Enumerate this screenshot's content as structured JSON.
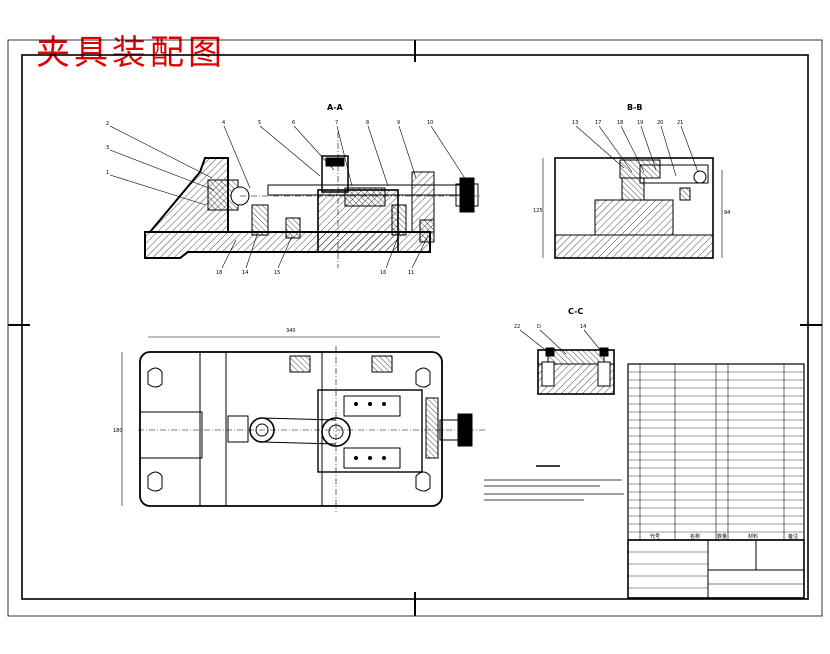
{
  "title": "夹具装配图",
  "views": {
    "section_aa": "A-A",
    "section_bb": "B-B",
    "section_cc": "C-C"
  },
  "callouts_top": [
    "2",
    "3",
    "1",
    "4",
    "5",
    "6",
    "7",
    "8",
    "9",
    "10"
  ],
  "callouts_bottom_aa": [
    "18",
    "14",
    "15",
    "16",
    "11"
  ],
  "callouts_bb": [
    "13",
    "17",
    "18",
    "19",
    "20",
    "21"
  ],
  "callouts_cc": [
    "22",
    "D",
    "14"
  ],
  "dimensions": {
    "plan_width": "340",
    "plan_height": "180",
    "bb_height_left": "125",
    "bb_height_right": "94"
  },
  "title_block": {
    "headers": [
      "代号",
      "名称",
      "数量",
      "材料",
      "备注"
    ]
  },
  "colors": {
    "title": "#e00000",
    "line": "#000000"
  }
}
